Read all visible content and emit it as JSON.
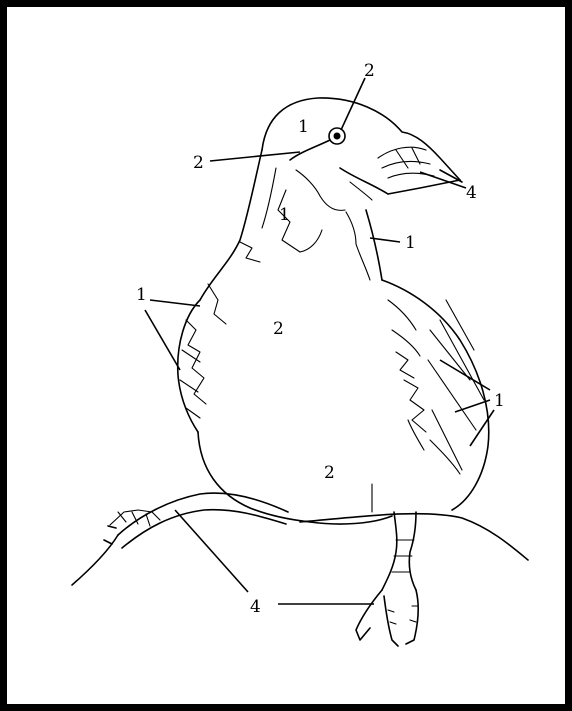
{
  "labels": [
    {
      "id": "head-crown",
      "text": "1"
    },
    {
      "id": "eye",
      "text": "2"
    },
    {
      "id": "cheek-stripe",
      "text": "2"
    },
    {
      "id": "beak",
      "text": "4"
    },
    {
      "id": "nape",
      "text": "1"
    },
    {
      "id": "throat",
      "text": "1"
    },
    {
      "id": "back-wing-left",
      "text": "1"
    },
    {
      "id": "breast",
      "text": "2"
    },
    {
      "id": "wing-right",
      "text": "1"
    },
    {
      "id": "belly",
      "text": "2"
    },
    {
      "id": "feet",
      "text": "4"
    }
  ],
  "colors": {
    "ink": "#000000",
    "paper": "#ffffff",
    "border": "#000000"
  }
}
